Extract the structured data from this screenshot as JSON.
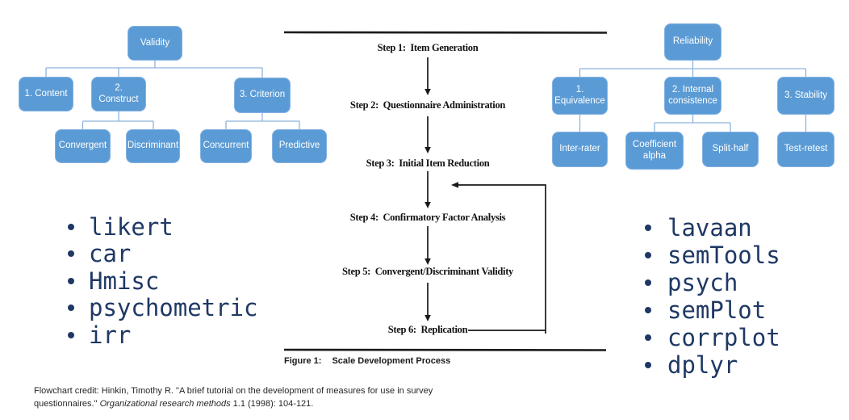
{
  "validity_tree": {
    "root": "Validity",
    "level2": [
      "1. Content",
      "2. Construct",
      "3. Criterion"
    ],
    "level3": [
      "Convergent",
      "Discriminant",
      "Concurrent",
      "Predictive"
    ]
  },
  "reliability_tree": {
    "root": "Reliability",
    "level2": [
      "1. Equivalence",
      "2. Internal consistence",
      "3. Stability"
    ],
    "level3": [
      "Inter-rater",
      "Coefficient alpha",
      "Split-half",
      "Test-retest"
    ]
  },
  "flowchart": {
    "steps": [
      "Step 1:  Item Generation",
      "Step 2:  Questionnaire Administration",
      "Step 3:  Initial Item Reduction",
      "Step 4:  Confirmatory Factor Analysis",
      "Step 5:  Convergent/Discriminant Validity",
      "Step 6:  Replication"
    ],
    "caption_prefix": "Figure 1:",
    "caption_title": "Scale Development Process"
  },
  "r_packages": {
    "left": [
      "likert",
      "car",
      "Hmisc",
      "psychometric",
      "irr"
    ],
    "right": [
      "lavaan",
      "semTools",
      "psych",
      "semPlot",
      "corrplot",
      "dplyr"
    ]
  },
  "credit": {
    "part1": "Flowchart credit: Hinkin, Timothy R. \"A brief tutorial on the development of measures for use in survey questionnaires.\" ",
    "italic": "Organizational research methods",
    "part2": " 1.1 (1998): 104-121."
  },
  "colors": {
    "box_blue": "#5B9BD5",
    "connector_blue": "#8FB4DD",
    "code_navy": "#1F3864",
    "line_black": "#1a1a1a"
  }
}
